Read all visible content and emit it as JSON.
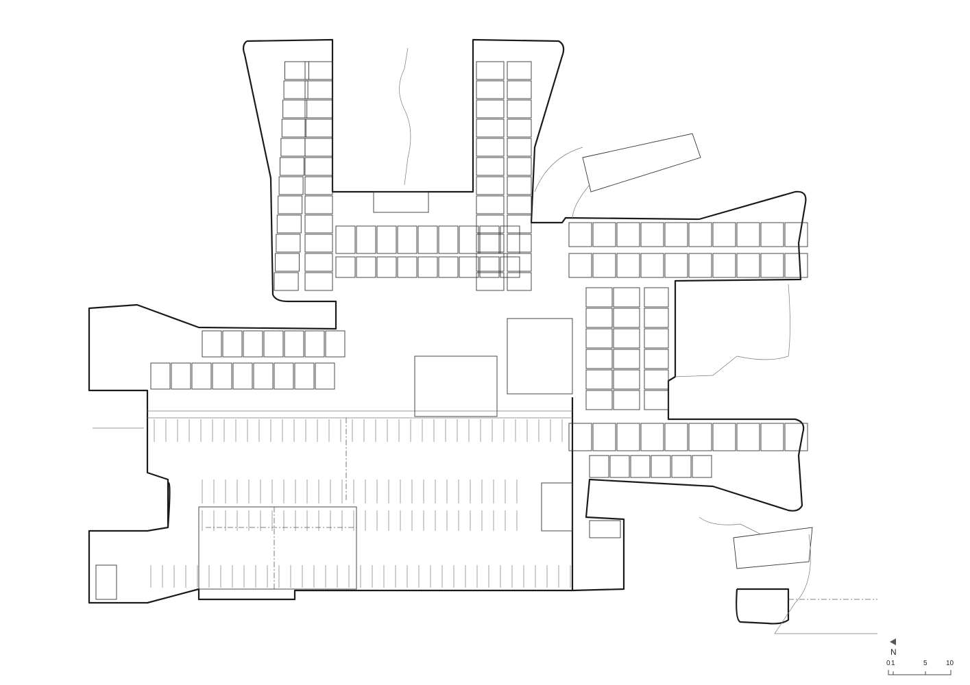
{
  "drawing": {
    "type": "architectural floor plan",
    "north_label": "N",
    "scale_bar": {
      "ticks": [
        "0",
        "1",
        "5",
        "10"
      ]
    },
    "line_color": "#1a1a1a",
    "background": "#ffffff"
  }
}
